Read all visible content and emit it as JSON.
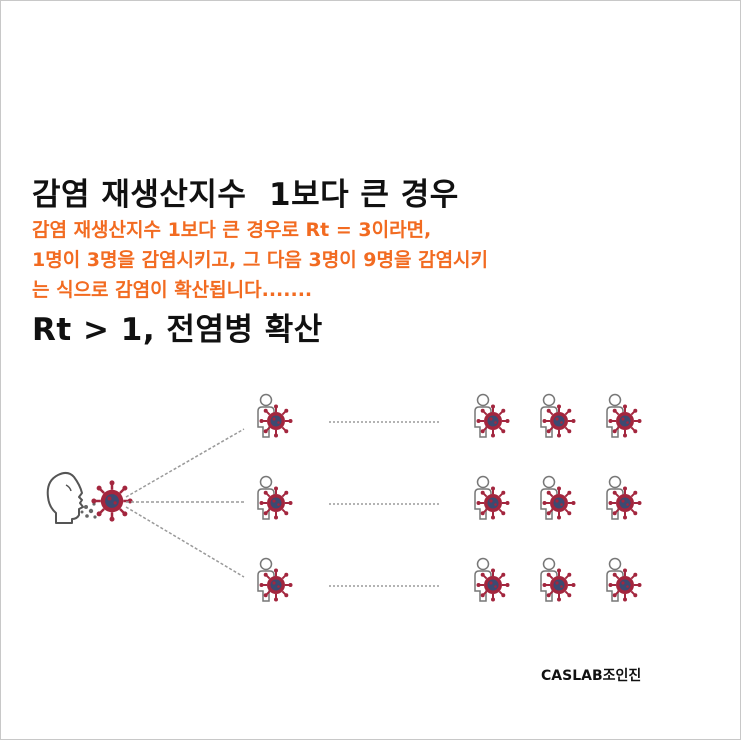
{
  "title": {
    "line1": "감염 재생산지수  1보다 큰 경우",
    "line2": "Rt > 1, 전염병 확산"
  },
  "description": {
    "line1": "감염 재생산지수 1보다 큰 경우로 Rt = 3이라면,",
    "line2": "1명이 3명을 감염시키고, 그 다음 3명이 9명을 감염시키",
    "line3": "는 식으로 감염이 확산됩니다......."
  },
  "credit": "CASLAB조인진",
  "colors": {
    "title_text": "#111111",
    "description_text": "#f26b21",
    "virus": "#a3263e",
    "virus_core": "#3c4a72",
    "person_outline": "#777777",
    "connector": "#9a9a9a"
  },
  "icons": {
    "source": "coughing-person-icon",
    "droplets": "droplet-icon",
    "virus": "virus-icon",
    "person": "person-icon"
  },
  "diagram": {
    "infected_first_generation": 3,
    "infected_second_generation": 9
  }
}
